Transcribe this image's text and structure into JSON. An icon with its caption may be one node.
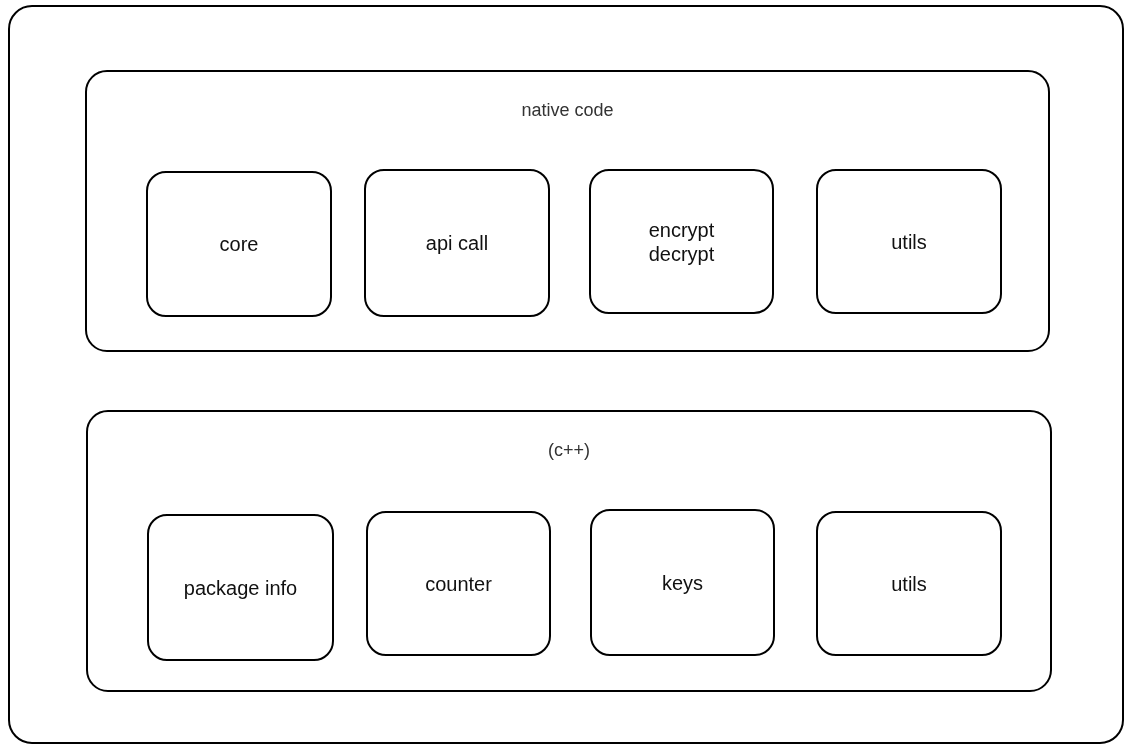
{
  "diagram": {
    "nodes": [
      {
        "text": [],
        "shape": "box"
      },
      {
        "text": [
          "native code"
        ],
        "in": 0
      },
      {
        "text": [
          "core"
        ],
        "in": 1
      },
      {
        "text": [
          "api call"
        ],
        "in": 1
      },
      {
        "text": [
          "encrypt decrypt"
        ],
        "in": 1
      },
      {
        "text": [
          "utils"
        ],
        "in": 1
      },
      {
        "text": [
          "(c++)"
        ],
        "in": 0
      },
      {
        "text": [
          "package info"
        ],
        "in": 6
      },
      {
        "text": [
          "counter"
        ],
        "in": 6
      },
      {
        "text": [
          "keys"
        ],
        "in": 6
      },
      {
        "text": [
          "utils"
        ],
        "in": 6
      }
    ]
  }
}
